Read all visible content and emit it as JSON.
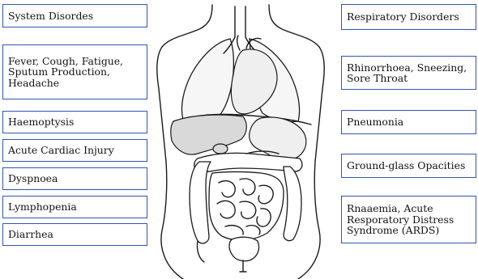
{
  "left_boxes": [
    "System Disordes",
    "Fever, Cough, Fatigue,\nSputum Production,\nHeadache",
    "Haemoptysis",
    "Acute Cardiac Injury",
    "Dyspnoea",
    "Lymphopenia",
    "Diarrhea"
  ],
  "right_boxes": [
    "Respiratory Disorders",
    "Rhinorrhoea, Sneezing,\nSore Throat",
    "Pneumonia",
    "Ground-glass Opacities",
    "Rnaaemia, Acute\nResporatory Distress\nSyndrome (ARDS)"
  ],
  "colors": {
    "box_border": "#2f55b3",
    "outline": "#1a1a1a"
  },
  "figure": "human-torso-with-internal-organs"
}
